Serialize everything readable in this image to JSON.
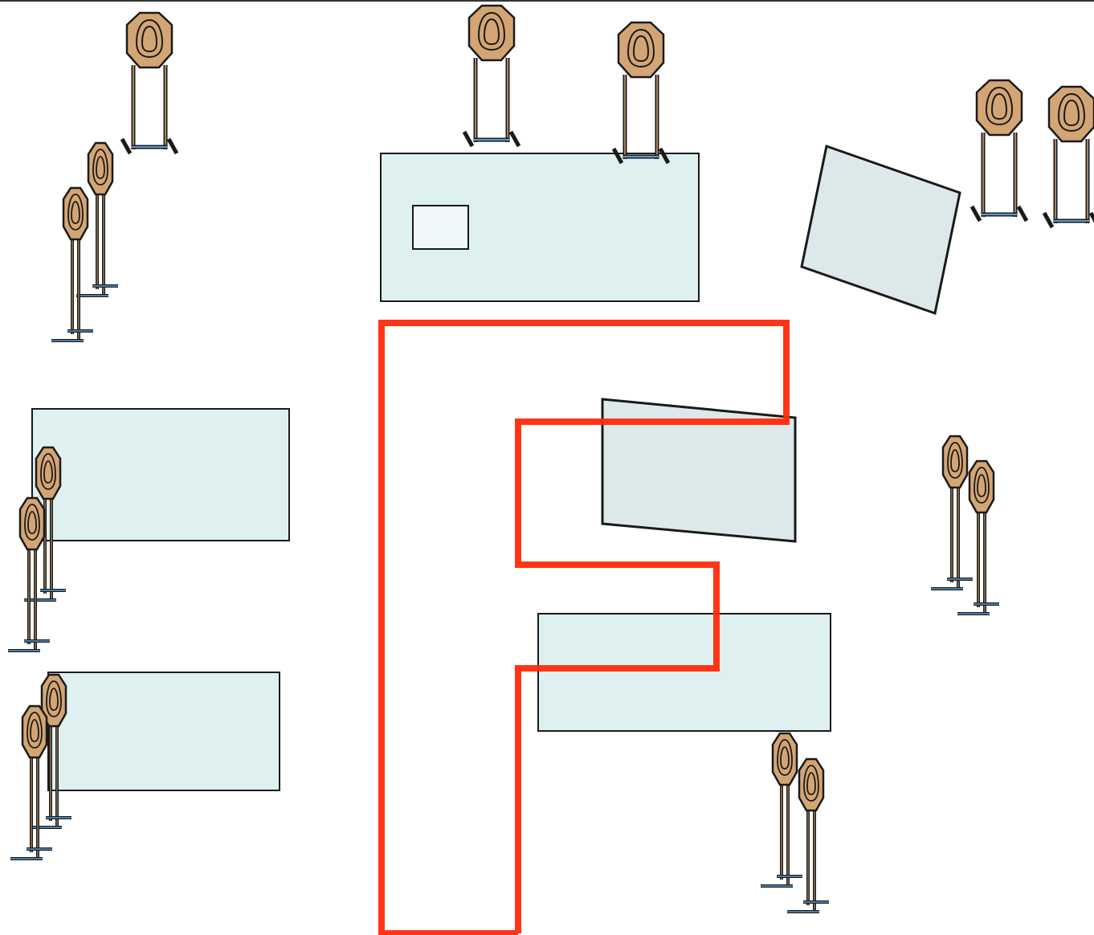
{
  "diagram": {
    "kind": "shooting stage layout",
    "texts": []
  },
  "colors": {
    "target_fill": "#d4a574",
    "target_stroke": "#1a1a1a",
    "stand_leg": "#1a1a1a",
    "stand_base": "#5b9bd5",
    "wall_fill": "#dff0f0",
    "angled_wall_fill": "#dde8ea",
    "fault_line": "#ff2a0a"
  },
  "icons": {
    "target": "steel-target-on-stand-icon"
  },
  "elements": {
    "targets": [
      {
        "name": "target-top-left",
        "style": "front"
      },
      {
        "name": "target-left-upper-a",
        "style": "side"
      },
      {
        "name": "target-left-upper-b",
        "style": "side"
      },
      {
        "name": "target-top-center-a",
        "style": "front"
      },
      {
        "name": "target-top-center-b",
        "style": "front"
      },
      {
        "name": "target-top-right-a",
        "style": "front"
      },
      {
        "name": "target-top-right-b",
        "style": "front"
      },
      {
        "name": "target-left-mid-a",
        "style": "side"
      },
      {
        "name": "target-left-mid-b",
        "style": "side"
      },
      {
        "name": "target-left-low-a",
        "style": "side"
      },
      {
        "name": "target-left-low-b",
        "style": "side"
      },
      {
        "name": "target-right-mid-a",
        "style": "side"
      },
      {
        "name": "target-right-mid-b",
        "style": "side"
      },
      {
        "name": "target-bottom-mid-a",
        "style": "side"
      },
      {
        "name": "target-bottom-mid-b",
        "style": "side"
      }
    ]
  }
}
